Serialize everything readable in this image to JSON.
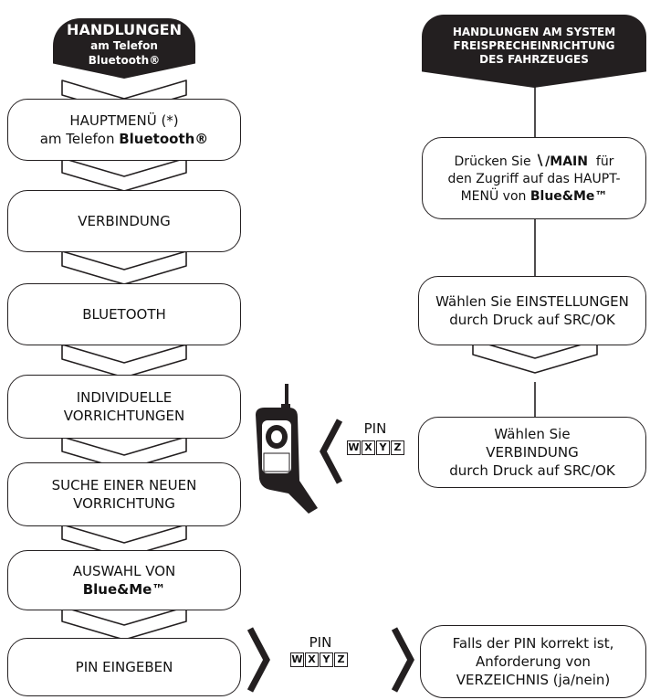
{
  "left_header": {
    "line1": "HANDLUNGEN",
    "line2": "am Telefon Bluetooth®"
  },
  "right_header": {
    "line1": "HANDLUNGEN AM SYSTEM",
    "line2": "FREISPRECHEINRICHTUNG",
    "line3": "DES FAHRZEUGES"
  },
  "left_steps": [
    {
      "line1": "HAUPTMENÜ (*)",
      "line2_pre": "am Telefon ",
      "line2_bold": "Bluetooth®"
    },
    {
      "line1": "VERBINDUNG"
    },
    {
      "line1": "BLUETOOTH"
    },
    {
      "line1": "INDIVIDUELLE",
      "line2": "VORRICHTUNGEN"
    },
    {
      "line1": "SUCHE EINER NEUEN",
      "line2": "VORRICHTUNG"
    },
    {
      "line1": "AUSWAHL VON",
      "line2_bold": "Blue&Me™"
    },
    {
      "line1": "PIN EINGEBEN"
    }
  ],
  "right_steps": [
    {
      "line1_pre": "Drücken Sie ",
      "line1_icon": "phone-icon",
      "line1_bold": "/MAIN",
      "line1_post": "  für",
      "line2": "den Zugriff auf das HAUPT-",
      "line3_pre": "MENÜ von ",
      "line3_bold": "Blue&Me™"
    },
    {
      "line1": "Wählen Sie EINSTELLUNGEN",
      "line2": "durch Druck auf SRC/OK"
    },
    {
      "line1": "Wählen Sie",
      "line2": "VERBINDUNG",
      "line3": "durch Druck auf SRC/OK"
    },
    {
      "line1": "Falls der PIN korrekt ist,",
      "line2": "Anforderung von",
      "line3": "VERZEICHNIS (ja/nein)"
    }
  ],
  "pin_middle": {
    "label": "PIN",
    "keys": [
      "W",
      "X",
      "Y",
      "Z"
    ]
  },
  "pin_bottom": {
    "label": "PIN",
    "keys": [
      "W",
      "X",
      "Y",
      "Z"
    ]
  },
  "icons": [
    "mobile-phone-icon",
    "phone-icon"
  ],
  "colors": {
    "dark": "#231f20",
    "background": "#ffffff"
  }
}
